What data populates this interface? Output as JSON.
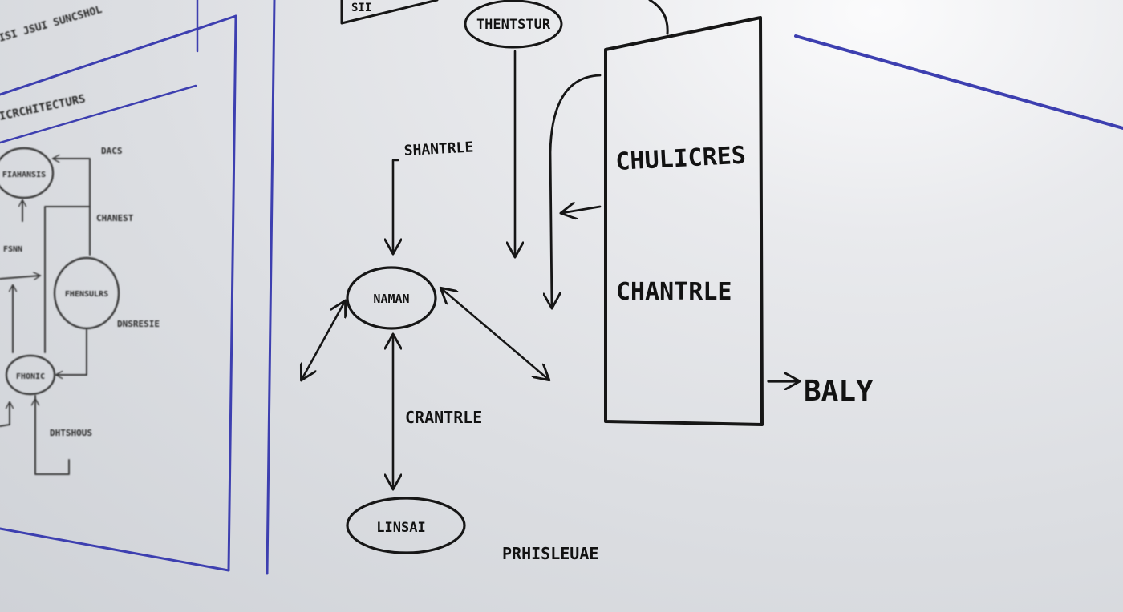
{
  "diagram": {
    "nodes": {
      "thentstur": "THENTSTUR",
      "naman": "NAMAN",
      "linsai": "LINSAI",
      "chulicres": "CHULICRES",
      "chantrle_box": "CHANTRLE"
    },
    "labels": {
      "shantrle": "SHANTRLE",
      "crantrle": "CRANTRLE",
      "baly": "BALY",
      "prhisleuae": "PRHISLEUAE",
      "top_partial": "SII"
    }
  },
  "left_panel": {
    "labels": {
      "header_line": "ISI JSUI SUNCSHOL",
      "title": "ICRCHITECTURS",
      "node_top": "FIAHANSIS",
      "node_mid": "FHENSULRS",
      "node_bottom": "FHONIC",
      "dacs": "DACS",
      "chanest": "CHANEST",
      "fsnn": "FSNN",
      "dnsresie": "DNSRESIE",
      "dhtshous": "DHTSHOUS"
    }
  },
  "colors": {
    "ink": "#161616",
    "marker_blue": "#3d3fb0",
    "board": "#e3e5e8"
  }
}
